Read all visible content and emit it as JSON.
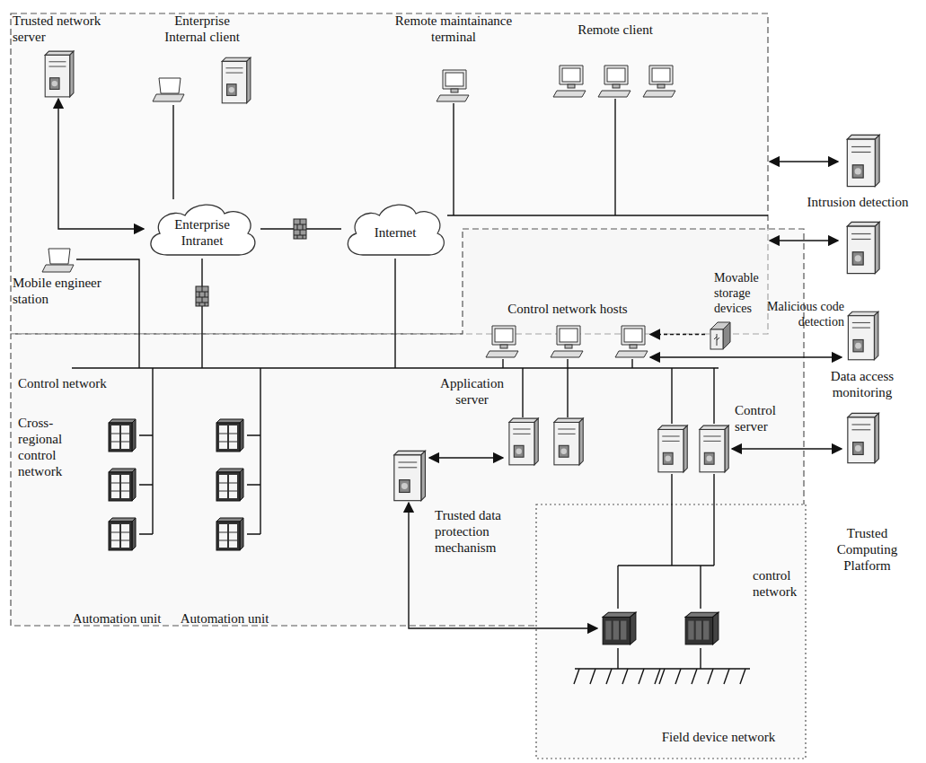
{
  "diagram": {
    "nodes": [
      {
        "text": [
          "Trusted network server"
        ]
      },
      {
        "text": [
          "Enterprise Internal client"
        ]
      },
      {
        "text": [
          "Remote maintainance terminal"
        ]
      },
      {
        "text": [
          "Remote client"
        ]
      },
      {
        "text": [
          "Enterprise Intranet"
        ]
      },
      {
        "text": [
          "Internet"
        ]
      },
      {
        "text": [
          "Mobile engineer station"
        ]
      },
      {
        "text": [
          "Intrusion detection"
        ]
      },
      {
        "text": [
          "Malicious code detection"
        ]
      },
      {
        "text": [
          "Control network hosts"
        ]
      },
      {
        "text": [
          "Movable storage devices"
        ]
      },
      {
        "text": [
          "Data access monitoring"
        ]
      },
      {
        "text": [
          "Application server"
        ]
      },
      {
        "text": [
          "Control server"
        ]
      },
      {
        "text": [
          "Trusted data protection mechanism"
        ]
      },
      {
        "text": [
          "Trusted Computing Platform"
        ]
      },
      {
        "text": [
          "Field device network"
        ]
      },
      {
        "text": [
          "Automation unit"
        ]
      },
      {
        "text": [
          "Automation unit"
        ]
      }
    ],
    "edges": [
      {
        "from": 0,
        "to": 4,
        "arrow": "both"
      },
      {
        "from": 1,
        "to": 4,
        "arrow": "none"
      },
      {
        "from": 4,
        "to": 5,
        "arrow": "none"
      },
      {
        "from": 10,
        "to": 9,
        "arrow": "to"
      },
      {
        "from": 11,
        "to": 9,
        "arrow": "both"
      },
      {
        "from": 14,
        "to": 12,
        "arrow": "both"
      },
      {
        "from": 13,
        "to": 15,
        "arrow": "both"
      },
      {
        "from": 14,
        "to": 16,
        "arrow": "both"
      }
    ],
    "labels": [
      "Control network",
      "Cross-regional control network",
      "control network"
    ]
  }
}
